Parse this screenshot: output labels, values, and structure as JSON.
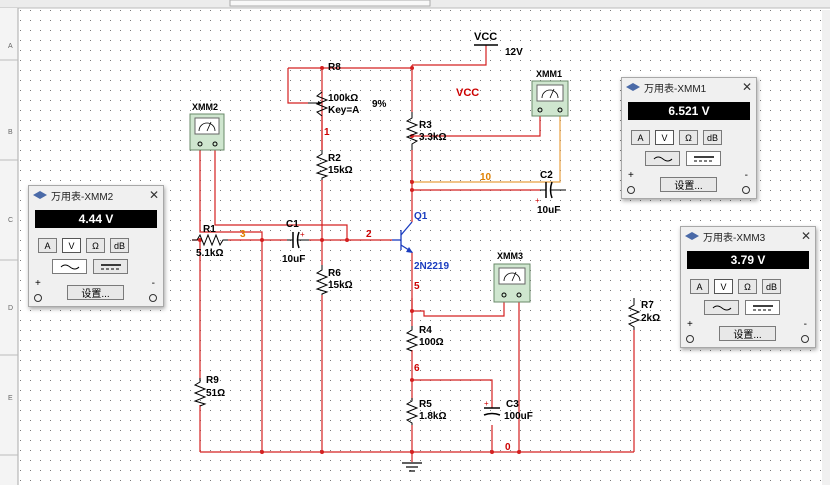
{
  "components": {
    "vcc_power": {
      "name": "VCC",
      "voltage": "12V"
    },
    "vcc_net_label": "VCC",
    "r8": {
      "ref": "R8",
      "value": "100kΩ",
      "key": "Key=A",
      "percent": "9%"
    },
    "r3": {
      "ref": "R3",
      "value": "3.3kΩ"
    },
    "r2": {
      "ref": "R2",
      "value": "15kΩ"
    },
    "r6": {
      "ref": "R6",
      "value": "15kΩ"
    },
    "r1": {
      "ref": "R1",
      "value": "5.1kΩ"
    },
    "r9": {
      "ref": "R9",
      "value": "51Ω"
    },
    "r4": {
      "ref": "R4",
      "value": "100Ω"
    },
    "r5": {
      "ref": "R5",
      "value": "1.8kΩ"
    },
    "r7": {
      "ref": "R7",
      "value": "2kΩ"
    },
    "c1": {
      "ref": "C1",
      "value": "10uF"
    },
    "c2": {
      "ref": "C2",
      "value": "10uF"
    },
    "c3": {
      "ref": "C3",
      "value": "100uF"
    },
    "q1": {
      "ref": "Q1",
      "model": "2N2219"
    },
    "xmm1": "XMM1",
    "xmm2": "XMM2",
    "xmm3": "XMM3"
  },
  "nets": [
    "1",
    "2",
    "3",
    "5",
    "6",
    "10",
    "0"
  ],
  "meters": {
    "xmm1": {
      "title": "万用表-XMM1",
      "reading": "6.521 V"
    },
    "xmm2": {
      "title": "万用表-XMM2",
      "reading": "4.44 V"
    },
    "xmm3": {
      "title": "万用表-XMM3",
      "reading": "3.79 V"
    }
  },
  "meter_controls": {
    "mode_labels": [
      "A",
      "V",
      "Ω",
      "dB"
    ],
    "active_mode": "V",
    "settings_label": "设置...",
    "plus_label": "+",
    "minus_label": "-"
  },
  "ruler_labels": [
    "A",
    "B",
    "C",
    "D",
    "E"
  ],
  "colors": {
    "wire_red": "#d42020",
    "wire_orange": "#e8a040",
    "component_blue": "#1a3cbf",
    "net_red": "#cc0000",
    "net_orange": "#e08000",
    "meter_body": "#cfe6cf"
  }
}
